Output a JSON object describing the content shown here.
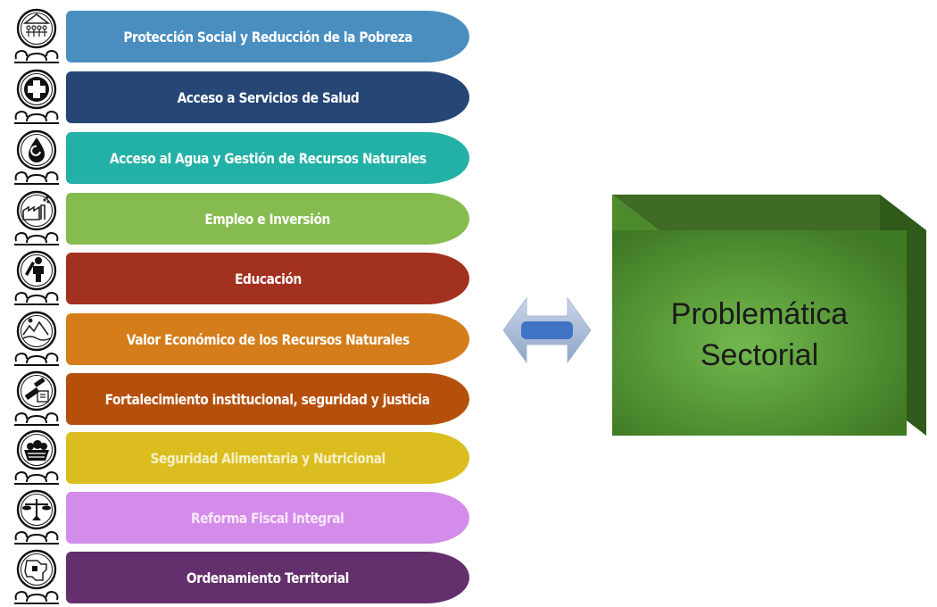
{
  "items": [
    {
      "label": "Protección Social y Reducción de la Pobreza",
      "color": "#4a8ec0",
      "icon": "family-house-icon"
    },
    {
      "label": "Acceso a Servicios de Salud",
      "color": "#264675",
      "icon": "health-cross-icon"
    },
    {
      "label": "Acceso al Agua y Gestión de Recursos Naturales",
      "color": "#23b0a6",
      "icon": "water-drop-icon"
    },
    {
      "label": "Empleo e Inversión",
      "color": "#86bc4f",
      "icon": "factory-icon"
    },
    {
      "label": "Educación",
      "color": "#a2311f",
      "icon": "student-pencil-icon"
    },
    {
      "label": "Valor Económico de los Recursos Naturales",
      "color": "#d47d1a",
      "icon": "landscape-icon"
    },
    {
      "label": "Fortalecimiento institucional, seguridad y justicia",
      "color": "#b5500c",
      "icon": "justice-gavel-icon"
    },
    {
      "label": "Seguridad Alimentaria y Nutricional",
      "color": "#dcbd1f",
      "icon": "food-basket-icon"
    },
    {
      "label": "Reforma Fiscal Integral",
      "color": "#d48cea",
      "icon": "balance-scale-icon"
    },
    {
      "label": "Ordenamiento Territorial",
      "color": "#632f6c",
      "icon": "territory-map-icon"
    }
  ],
  "box": {
    "line1": "Problemática",
    "line2": "Sectorial",
    "color": "#4f8a2e"
  },
  "arrow": {
    "color": "#4d7ec2",
    "icon": "double-arrow-icon"
  }
}
